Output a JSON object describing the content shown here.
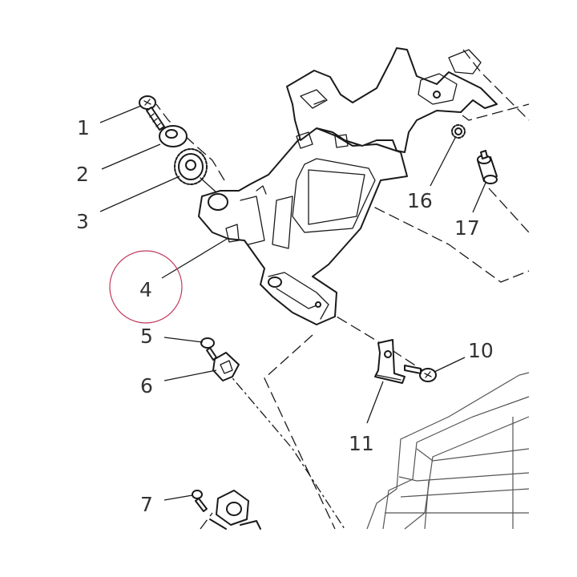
{
  "callouts": {
    "c1": "1",
    "c2": "2",
    "c3": "3",
    "c4": "4",
    "c5": "5",
    "c6": "6",
    "c7": "7",
    "c10": "10",
    "c11": "11",
    "c16": "16",
    "c17": "17"
  },
  "highlight": {
    "label": "4",
    "color": "#c0395a"
  }
}
